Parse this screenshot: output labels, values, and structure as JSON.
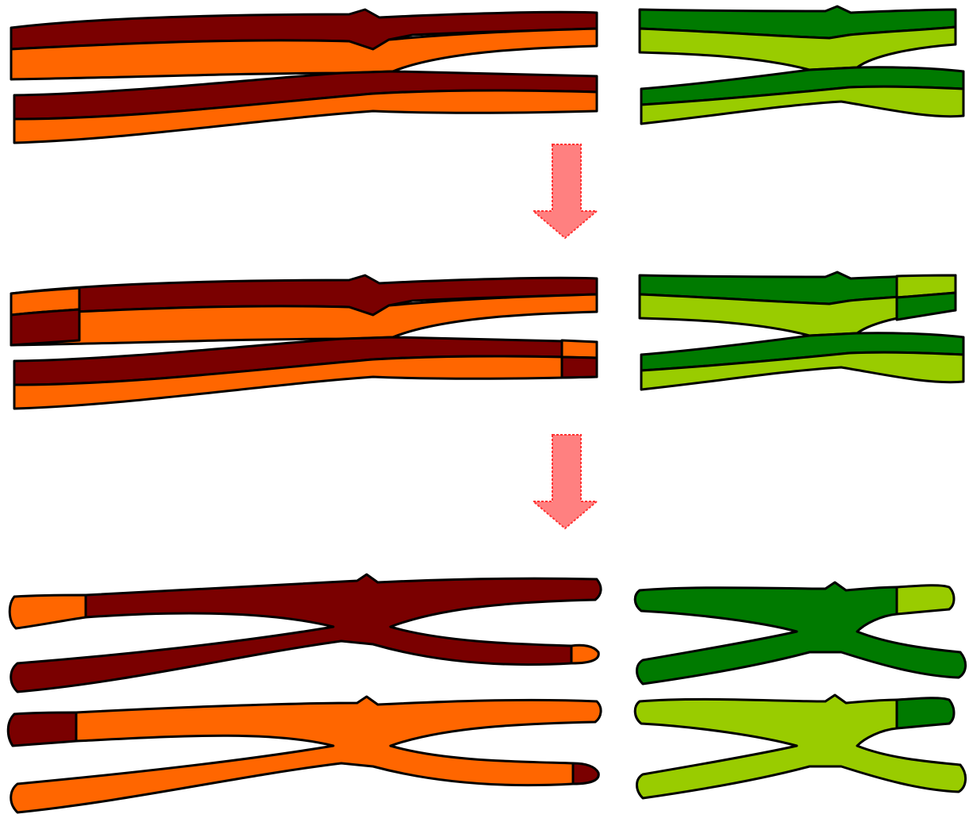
{
  "colors": {
    "red_dark": "#7a0000",
    "red_light": "#ff6600",
    "green_dark": "#007a00",
    "green_light": "#99cc00",
    "arrow": "#ff8080",
    "arrow_stroke": "#ff3333",
    "outline": "#000000"
  },
  "stages": [
    {
      "name": "stage-1-homologous-pairs",
      "crossover": false
    },
    {
      "name": "stage-2-crossing-over",
      "crossover": true
    },
    {
      "name": "stage-3-recombinant-chromosomes",
      "crossover": true
    }
  ],
  "icons": {
    "arrow": "down-arrow-icon"
  }
}
